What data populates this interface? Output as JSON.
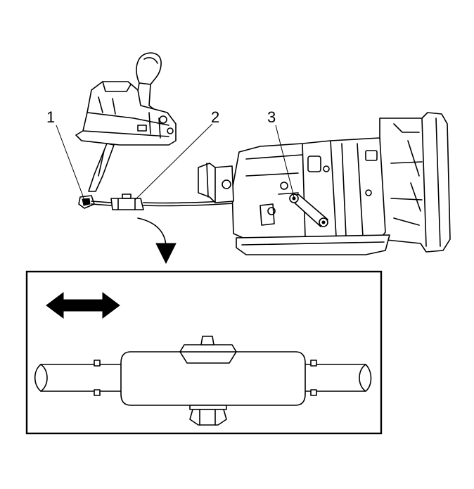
{
  "callouts": {
    "c1": "1",
    "c2": "2",
    "c3": "3"
  },
  "icons": {
    "direction_arrow": "double-headed-horizontal-arrow",
    "pointer_arrow": "curved-down-arrow"
  },
  "colors": {
    "line": "#000000",
    "background": "#ffffff"
  }
}
